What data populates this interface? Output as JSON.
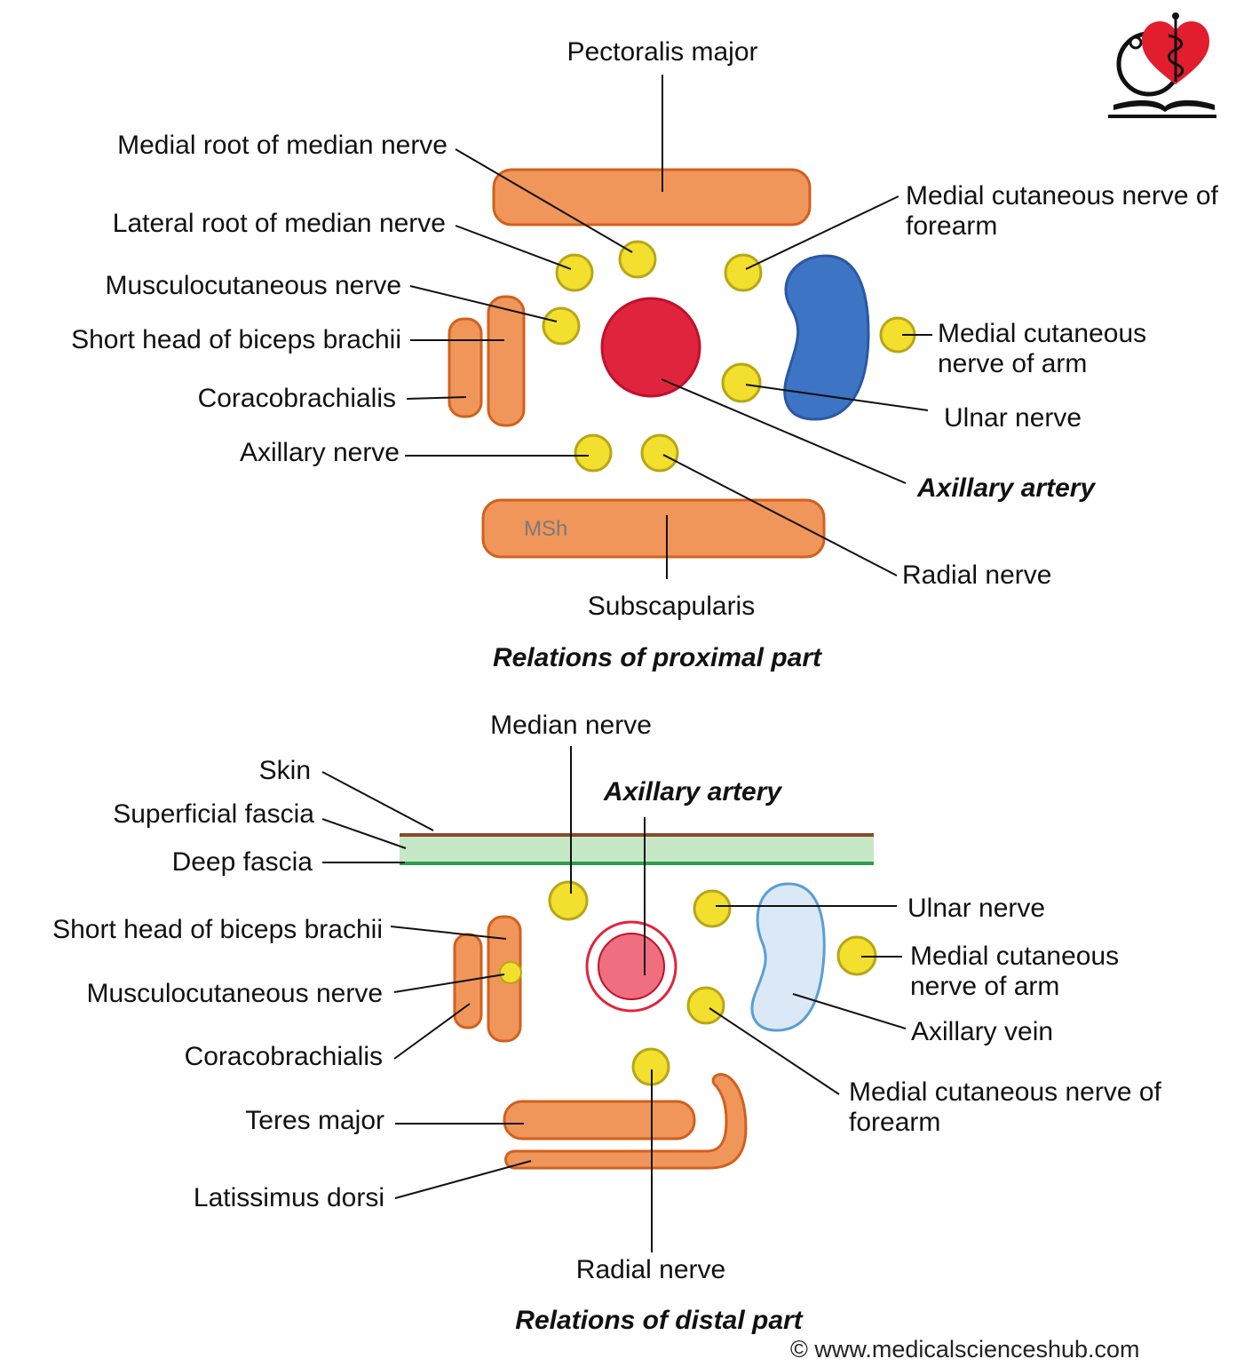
{
  "colors": {
    "muscle": "#f0965a",
    "muscle_stroke": "#d2601e",
    "nerve": "#f2df2e",
    "nerve_stroke": "#b8a615",
    "artery": "#e0243e",
    "artery_stroke": "#c0102a",
    "vein": "#3d74c4",
    "vein_stroke": "#2a58a3",
    "vein_light": "#dbe9f6",
    "skin": "#8a4a2a",
    "fascia": "#c6e8c6",
    "deep_fascia": "#2e9e4a",
    "logo_red": "#e11d2e"
  },
  "proximal": {
    "pectoralis_major": "Pectoralis major",
    "medial_root": "Medial root of median nerve",
    "lateral_root": "Lateral root of median nerve",
    "musculocutaneous": "Musculocutaneous nerve",
    "short_head": "Short head of biceps brachii",
    "coracobrachialis": "Coracobrachialis",
    "axillary_nerve": "Axillary nerve",
    "medial_cut_forearm": "Medial cutaneous nerve of forearm",
    "medial_cut_arm": "Medial cutaneous nerve of arm",
    "ulnar": "Ulnar nerve",
    "axillary_artery": "Axillary artery",
    "radial": "Radial nerve",
    "subscapularis": "Subscapularis",
    "muscle_mark": "MSh",
    "caption": "Relations of proximal part"
  },
  "distal": {
    "median": "Median nerve",
    "axillary_artery": "Axillary artery",
    "skin": "Skin",
    "superficial_fascia": "Superficial fascia",
    "deep_fascia": "Deep fascia",
    "short_head": "Short head of biceps brachii",
    "musculocutaneous": "Musculocutaneous nerve",
    "coracobrachialis": "Coracobrachialis",
    "teres_major": "Teres major",
    "latissimus": "Latissimus dorsi",
    "ulnar": "Ulnar nerve",
    "medial_cut_arm": "Medial cutaneous nerve of arm",
    "axillary_vein": "Axillary vein",
    "medial_cut_forearm": "Medial cutaneous nerve of forearm",
    "radial": "Radial nerve",
    "caption": "Relations of distal part"
  },
  "footer": {
    "copyright": "© www.medicalscienceshub.com"
  }
}
